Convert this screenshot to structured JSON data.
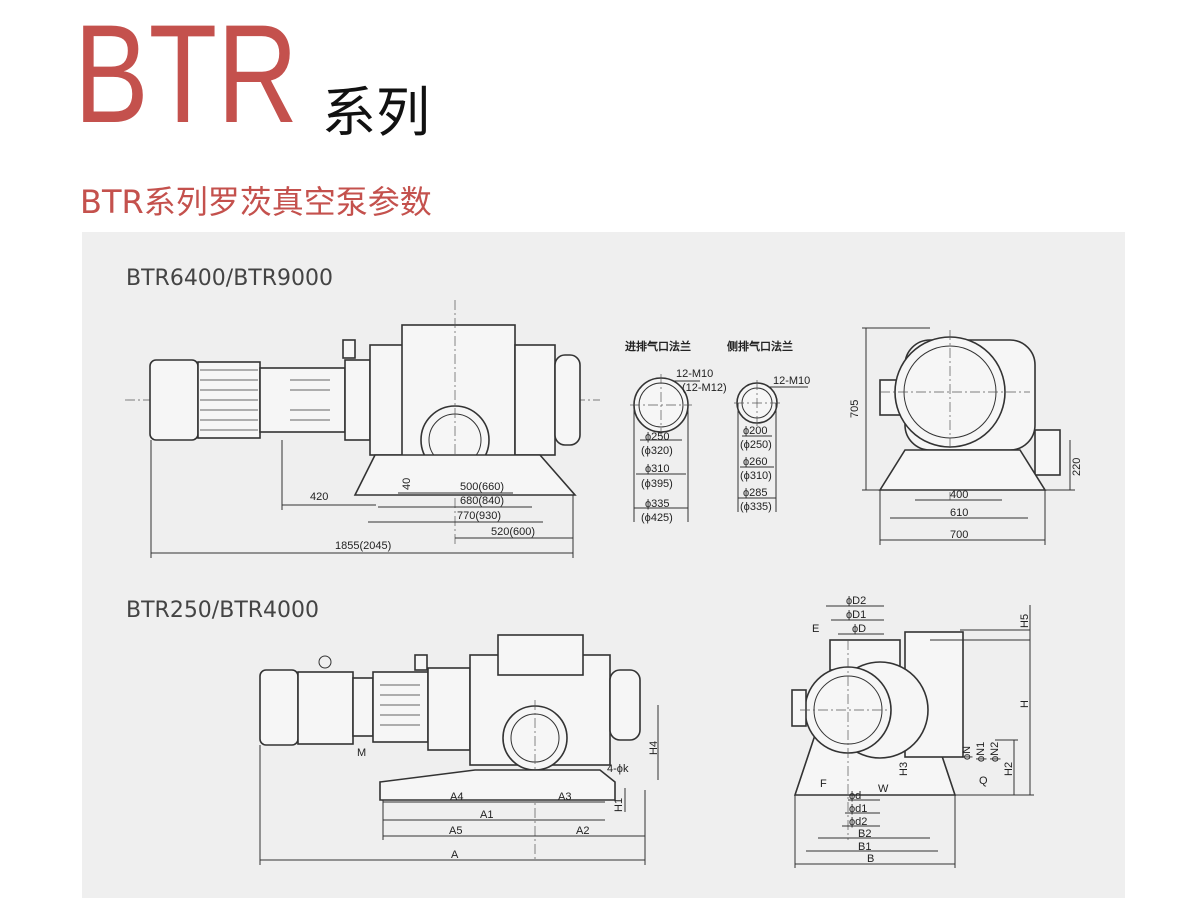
{
  "header": {
    "title": "BTR",
    "title_suffix": "系列",
    "subtitle": "BTR系列罗茨真空泵参数"
  },
  "drawing_1": {
    "model": "BTR6400/BTR9000",
    "side_view": {
      "d_420": "420",
      "d_40": "40",
      "d_500": "500(660)",
      "d_680": "680(840)",
      "d_770": "770(930)",
      "d_520": "520(600)",
      "d_1855": "1855(2045)"
    },
    "inlet_flange": {
      "title": "进排气口法兰",
      "bolts": "12-M10",
      "bolts_alt": "(12-M12)",
      "d1": "ϕ250",
      "d1_alt": "(ϕ320)",
      "d2": "ϕ310",
      "d2_alt": "(ϕ395)",
      "d3": "ϕ335",
      "d3_alt": "(ϕ425)"
    },
    "side_flange": {
      "title": "侧排气口法兰",
      "bolts": "12-M10",
      "d1": "ϕ200",
      "d1_alt": "(ϕ250)",
      "d2": "ϕ260",
      "d2_alt": "(ϕ310)",
      "d3": "ϕ285",
      "d3_alt": "(ϕ335)"
    },
    "front_view": {
      "h_705": "705",
      "h_220": "220",
      "w_400": "400",
      "w_610": "610",
      "w_700": "700"
    }
  },
  "drawing_2": {
    "model": "BTR250/BTR4000",
    "side_view": {
      "M": "M",
      "H4": "H4",
      "k": "4-ϕk",
      "H1": "H1",
      "A4": "A4",
      "A3": "A3",
      "A1": "A1",
      "A5": "A5",
      "A2": "A2",
      "A": "A"
    },
    "front_view": {
      "D2": "ϕD2",
      "D1": "ϕD1",
      "D": "ϕD",
      "E": "E",
      "H5": "H5",
      "H": "H",
      "N": "ϕN",
      "N1": "ϕN1",
      "N2": "ϕN2",
      "H2": "H2",
      "H3": "H3",
      "Q": "Q",
      "F": "F",
      "W": "W",
      "d": "ϕd",
      "d1": "ϕd1",
      "d2": "ϕd2",
      "B2": "B2",
      "B1": "B1",
      "B": "B"
    }
  }
}
